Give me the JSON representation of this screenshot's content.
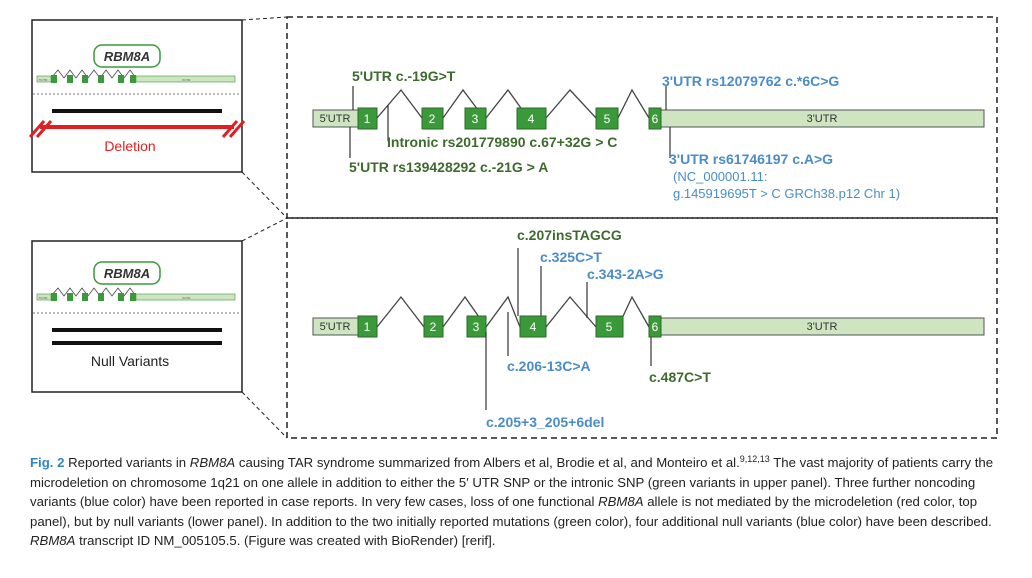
{
  "top_panel": {
    "inset": {
      "gene_name": "RBM8A",
      "status_label": "Deletion",
      "utr5_mini": "5'UTR",
      "utr3_mini": "3'UTR"
    },
    "transcript": {
      "utr5_label": "5'UTR",
      "utr3_label": "3'UTR",
      "exons": [
        "1",
        "2",
        "3",
        "4",
        "5",
        "6"
      ]
    },
    "variants": {
      "green": [
        "5'UTR c.-19G>T",
        "Intronic rs201779890 c.67+32G > C",
        "5'UTR rs139428292 c.-21G > A"
      ],
      "blue": [
        "3'UTR rs12079762 c.*6C>G",
        "3'UTR rs61746197 c.A>G"
      ],
      "note_lines": [
        "(NC_000001.11:",
        "g.145919695T > C GRCh38.p12 Chr 1)"
      ]
    }
  },
  "bottom_panel": {
    "inset": {
      "gene_name": "RBM8A",
      "status_label": "Null Variants",
      "utr5_mini": "5'UTR",
      "utr3_mini": "3'UTR"
    },
    "transcript": {
      "utr5_label": "5'UTR",
      "utr3_label": "3'UTR",
      "exons": [
        "1",
        "2",
        "3",
        "4",
        "5",
        "6"
      ]
    },
    "variants": {
      "green": [
        "c.207insTAGCG",
        "c.487C>T"
      ],
      "blue": [
        "c.325C>T",
        "c.343-2A>G",
        "c.206-13C>A",
        "c.205+3_205+6del"
      ]
    }
  },
  "colors": {
    "exon": "#3a9a3a",
    "utr": "#cfe5c2",
    "green_text": "#3d6b2d",
    "blue_text": "#4a8cc9",
    "deletion_red": "#e02020",
    "caption_label": "#2f86c6"
  },
  "caption": {
    "label": "Fig. 2",
    "p1": " Reported variants in ",
    "gene1": "RBM8A",
    "p2": " causing TAR syndrome summarized from Albers et al, Brodie et al, and Monteiro et al.",
    "refs": "9,12,13",
    "p3": " The vast majority of patients carry the microdeletion on chromosome 1q21 on one allele in addition to either the 5′ UTR SNP or the intronic SNP (green variants in upper panel). Three further noncoding variants (blue color) have been reported in case reports. In very few cases, loss of one functional ",
    "gene2": "RBM8A",
    "p4": " allele is not mediated by the microdeletion (red color, top panel), but by null variants (lower panel). In addition to the two initially reported mutations (green color), four additional null variants (blue color) have been described. ",
    "gene3": "RBM8A",
    "p5": " transcript ID NM_005105.5. (Figure was created with BioRender) [rerif]."
  }
}
